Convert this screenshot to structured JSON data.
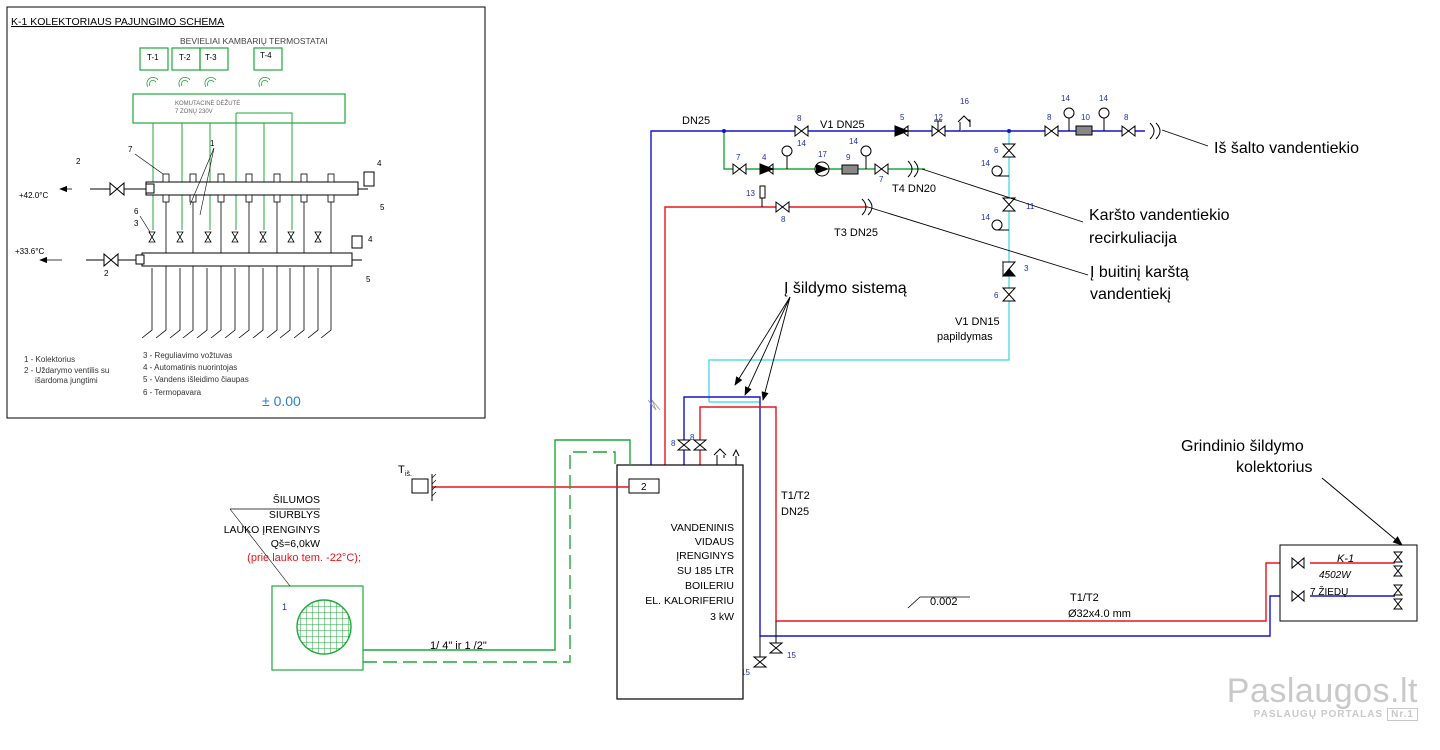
{
  "inset": {
    "title": "K-1 KOLEKTORIAUS   PAJUNGIMO SCHEMA",
    "subtitle": "BEVIELIAI KAMBARIŲ TERMOSTATAI",
    "thermostats": [
      "T-1",
      "T-2",
      "T-3",
      "T-4"
    ],
    "junction_box": [
      "KOMUTACINĖ DĖŽUTĖ",
      "7 ZONŲ 230V"
    ],
    "supply_temp": "+42.0°C",
    "return_temp": "+33.6°C",
    "callouts": [
      "2",
      "7",
      "1",
      "4",
      "5",
      "6",
      "3",
      "4",
      "2",
      "5"
    ],
    "legend_left": [
      "1 - Kolektorius",
      "2 - Uždarymo ventilis su",
      "išardoma jungtimi"
    ],
    "legend_right": [
      "3 - Reguliavimo vožtuvas",
      "4 - Automatinis nuorintojas",
      "5 - Vandens išleidimo čiaupas",
      "6 - Termopavara"
    ],
    "level": "± 0.00"
  },
  "main": {
    "dn25_label": "DN25",
    "v1_dn25": "V1 DN25",
    "t4_dn20": "T4 DN20",
    "t3_dn25": "T3 DN25",
    "v1_dn15": [
      "V1 DN15",
      "papildymas"
    ],
    "cold_water": "Iš šalto vandentiekio",
    "hot_recirc": [
      "Karšto vandentiekio",
      "recirkuliacija"
    ],
    "to_hot_water": [
      "Į buitinį karštą",
      "vandentiekį"
    ],
    "to_heating": "Į šildymo sistemą",
    "heat_pump": [
      "ŠILUMOS",
      "SIURBLYS",
      "LAUKO ĮRENGINYS",
      "Qš=6,0kW"
    ],
    "heat_pump_note": "(prie lauko tem. -22°C);",
    "heat_pump_num": "1",
    "tis": "T",
    "tis_sub": "iš.",
    "indoor_unit": [
      "VANDENINIS",
      "VIDAUS",
      "ĮRENGINYS",
      "SU 185 LTR",
      "BOILERIU",
      "EL. KALORIFERIU",
      "3 kW"
    ],
    "indoor_num_2": "2",
    "pipe_ref": "1/ 4\" ir 1 /2\"",
    "t1t2_dn25": [
      "T1/T2",
      "DN25"
    ],
    "slope": "0.002",
    "t1t2_pipe": [
      "T1/T2",
      "Ø32x4.0 mm"
    ],
    "manifold_title": [
      "Grindinio šildymo",
      "kolektorius"
    ],
    "manifold_box": [
      "K-1",
      "4502W",
      "7 ŽIEDŲ"
    ],
    "nums": {
      "n8a": "8",
      "n5": "5",
      "n12": "12",
      "n16": "16",
      "n14a": "14",
      "n14b": "14",
      "n8b": "8",
      "n8c": "8",
      "n10": "10",
      "n7": "7",
      "n4": "4",
      "n14c": "14",
      "n17": "17",
      "n14d": "14",
      "n9": "9",
      "n7b": "7",
      "n6a": "6",
      "n14e": "14",
      "n13": "13",
      "n8d": "8",
      "n11": "11",
      "n14f": "14",
      "n3": "3",
      "n6b": "6",
      "n8e": "8",
      "n8f": "8",
      "n15a": "15",
      "n15b": "15"
    }
  },
  "watermark": {
    "brand": "Paslaugos.lt",
    "tagline": "PASLAUGŲ PORTALAS",
    "badge": "Nr.1"
  },
  "colors": {
    "supply": "#e8141b",
    "return": "#1414c8",
    "green": "#1ea83a",
    "cyan": "#34d6e6",
    "label_num": "#1b2fbf",
    "level": "#2a7fc8"
  }
}
